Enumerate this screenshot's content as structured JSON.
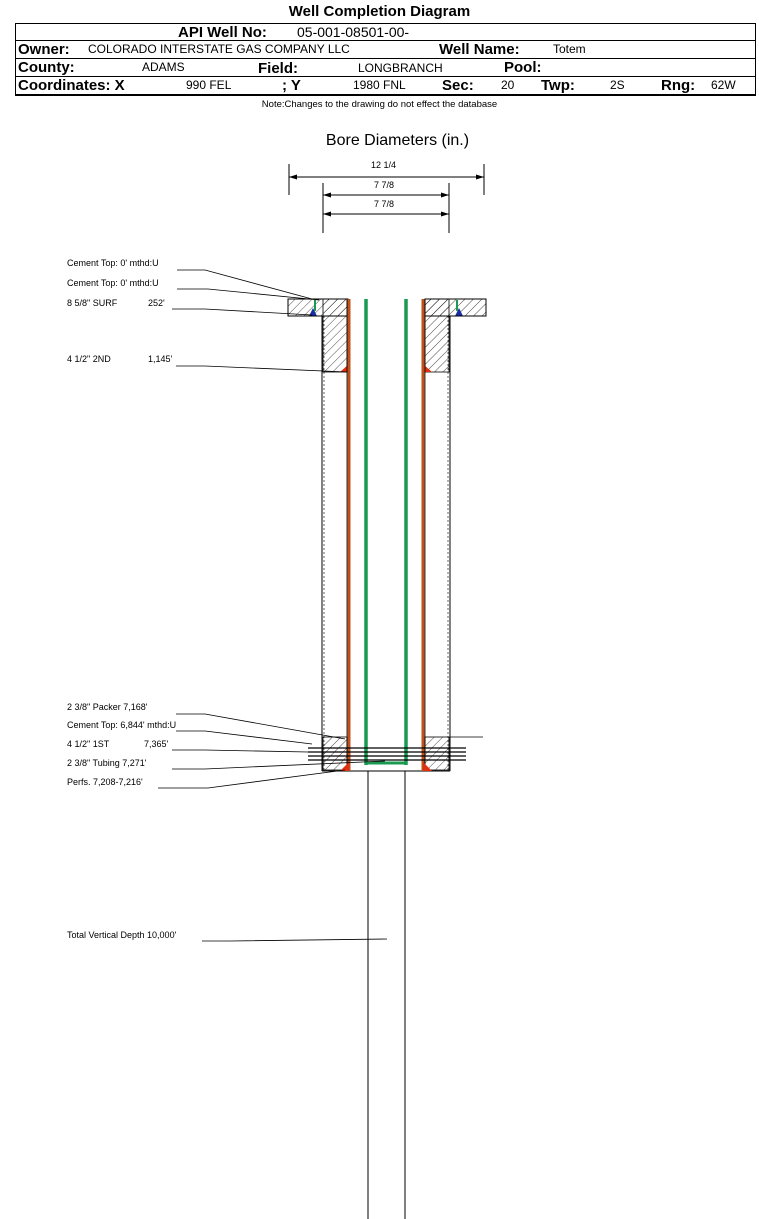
{
  "header": {
    "title": "Well Completion Diagram",
    "api_label": "API Well No:",
    "api_value": "05-001-08501-00-",
    "owner_label": "Owner:",
    "owner_value": "COLORADO INTERSTATE GAS COMPANY LLC",
    "well_name_label": "Well Name:",
    "well_name_value": "Totem",
    "county_label": "County:",
    "county_value": "ADAMS",
    "field_label": "Field:",
    "field_value": "LONGBRANCH",
    "pool_label": "Pool:",
    "pool_value": "",
    "coord_label": "Coordinates: X",
    "x_value": "990 FEL",
    "y_label": "; Y",
    "y_value": "1980 FNL",
    "sec_label": "Sec:",
    "sec_value": "20",
    "twp_label": "Twp:",
    "twp_value": "2S",
    "rng_label": "Rng:",
    "rng_value": "62W"
  },
  "note": "Note:Changes to the drawing do not effect the database",
  "diagram": {
    "title": "Bore Diameters (in.)",
    "bore_diameters": [
      "12 1/4",
      "7 7/8",
      "7 7/8"
    ],
    "annotations": [
      "Cement Top: 0' mthd:U",
      "Cement Top: 0' mthd:U",
      "8 5/8\" SURF",
      "252'",
      "4 1/2\" 2ND",
      "1,145'",
      "2 3/8\" Packer 7,168'",
      "Cement Top: 6,844' mthd:U",
      "4 1/2\" 1ST",
      "7,365'",
      "2 3/8\" Tubing 7,271'",
      "Perfs. 7,208-7,216'",
      "Total Vertical Depth 10,000'"
    ]
  },
  "colors": {
    "casing": "#c0501a",
    "tubing": "#1a9a50",
    "cement_red": "#e03010",
    "plug_blue": "#1a2aa0",
    "plug_green": "#1a9a50"
  }
}
